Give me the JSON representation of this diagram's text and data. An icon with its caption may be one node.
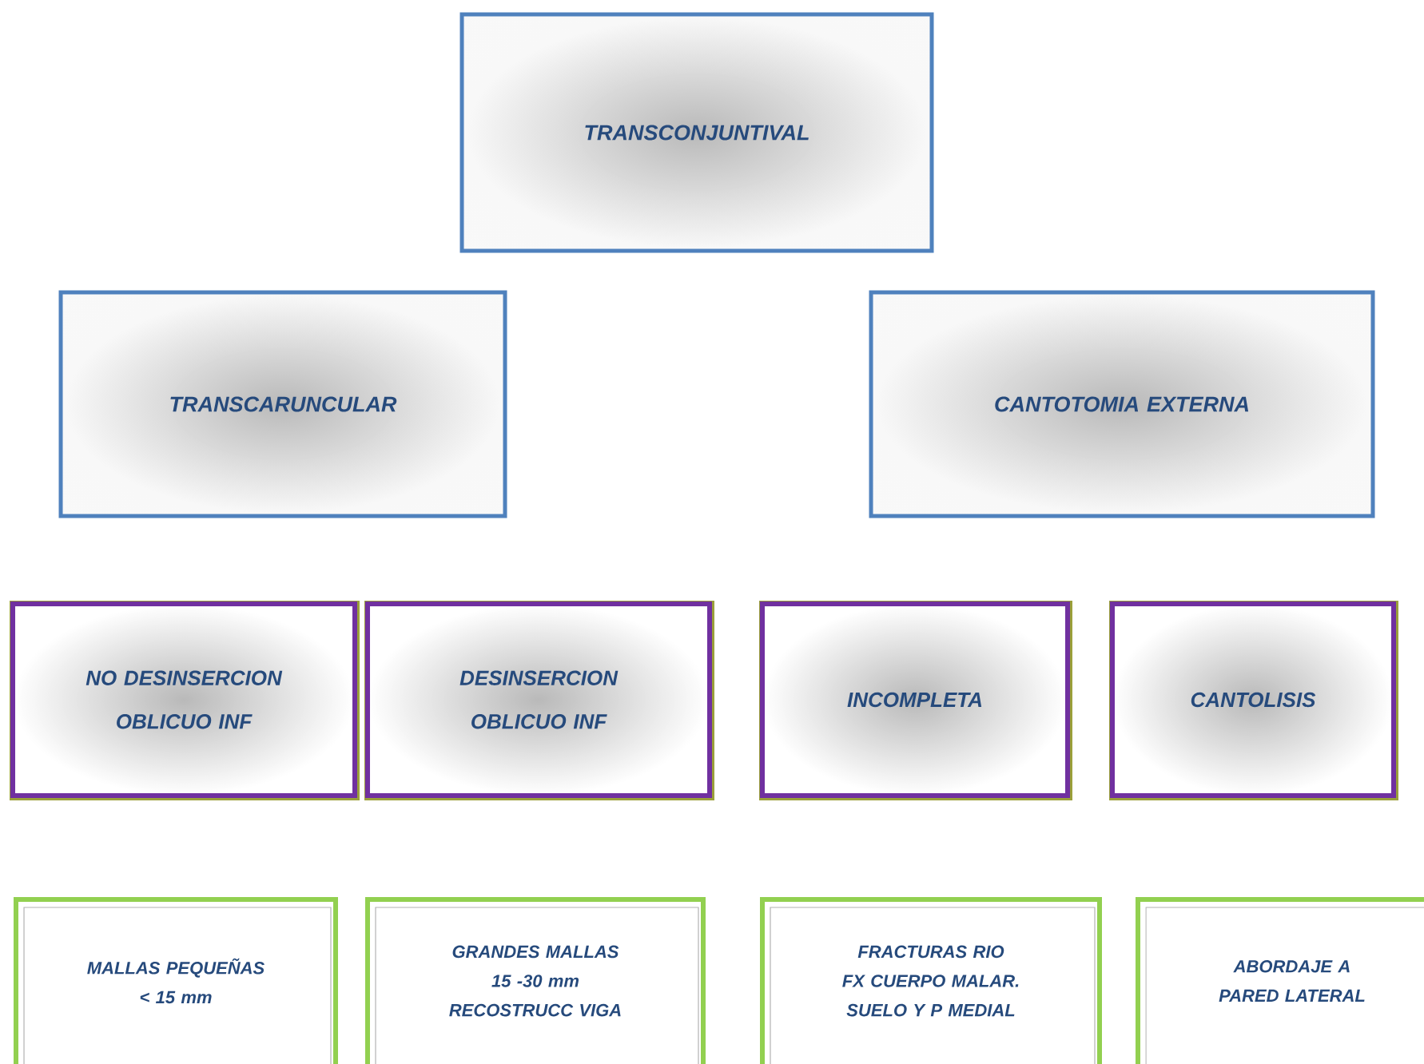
{
  "diagram": {
    "nodes": [
      {
        "text": [
          "TRANSCONJUNTIVAL"
        ]
      },
      {
        "text": [
          "TRANSCARUNCULAR"
        ]
      },
      {
        "text": [
          "CANTOTOMIA EXTERNA"
        ]
      },
      {
        "text": [
          "NO DESINSERCION OBLICUO INF"
        ]
      },
      {
        "text": [
          "DESINSERCION OBLICUO INF"
        ]
      },
      {
        "text": [
          "INCOMPLETA"
        ]
      },
      {
        "text": [
          "CANTOLISIS"
        ]
      },
      {
        "text": [
          "MALLAS PEQUEÑAS",
          "< 15 mm"
        ]
      },
      {
        "text": [
          "GRANDES MALLAS",
          "15 -30 mm",
          "RECOSTRUCC VIGA"
        ]
      },
      {
        "text": [
          "FRACTURAS RIO",
          "FX CUERPO MALAR.",
          "SUELO Y P MEDIAL"
        ]
      },
      {
        "text": [
          "ABORDAJE A",
          "PARED LATERAL"
        ]
      }
    ]
  }
}
